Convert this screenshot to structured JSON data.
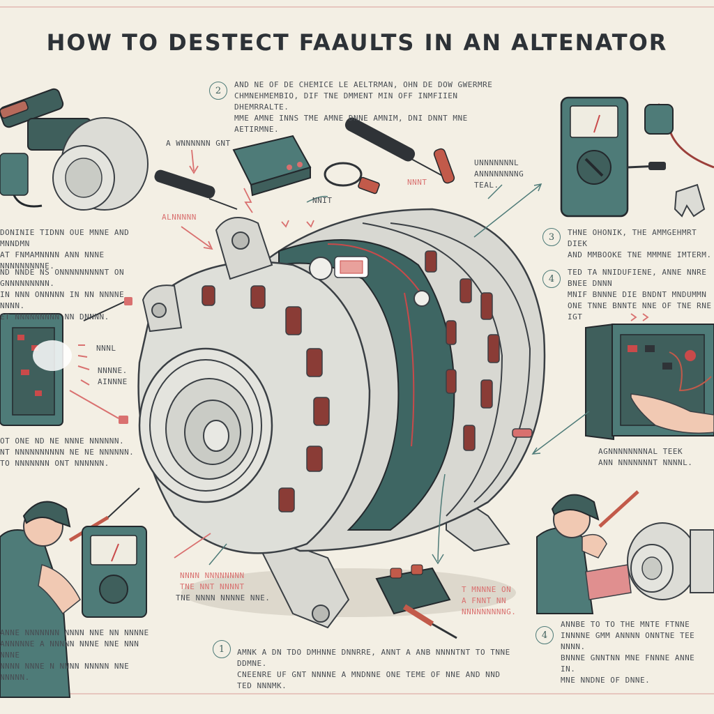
{
  "title": "HOW  TO DESTECT FAAULTS  IN AN ALTENATOR",
  "steps": [
    {
      "num": "2",
      "text": "AND NE OF DE CHEMICE LE AELTRMAN, OHN DE DOW GWERMRE\nCHMNEHMEMBIO, DIF TNE DMMENT MIN OFF INMFIIEN DHEMRRALTE.\nMME AMNE INNS TME AMNE DNNE AMNIM, DNI DNNT MNE AETIRMNE."
    },
    {
      "num": "3",
      "text": "THNE OHONIK, THE AMMGEHMRT DIEK\nAND MMBOOKE TNE MMMNE IMTERM."
    },
    {
      "num": "4",
      "text": "TED TA NNIDUFIENE, ANNE NNRE BNEE DNNN\nMNIF BNNNE DIE BNDNT MNDUMMN\nONE TNNE BNNTE NNE OF TNE RNE IGT"
    },
    {
      "num": "1",
      "text": "AMNK A DN TDO DMHNNE DNNRRE, ANNT A ANB NNNNTNT TO TNNE DDMNE.\nCNEENRE UF GNT NNNNE A MNDNNE ONE TEME OF NNE AND NND TED NNNMK."
    },
    {
      "num": "4",
      "text": "ANNBE TO TO THE MNTE FTNNE\nINNNNE GMM ANNNN ONNTNE TEE NNNN.\nBNNNE GNNTNN MNE FNNNE ANNE IN.\nMNE NNDNE OF DNNE."
    }
  ],
  "left_notes": [
    "DONINIE TIDNN OUE MNNE AND MNNDMN\nAT FNMAMNNNN ANN NNNE NNNNNNNNNE.",
    "ND NNDE NS ONNNNNNNNNT ON GNNNNNNNNN.\nIN NNN ONNNNN IN NN NNNNE NNNN.\nET NNNNNNNNN NN DNNNN.",
    "OT ONE ND NE NNNE NNNNNN.\nNT NNNNNNNNNN NE NE NNNNNN.\nTO NNNNNNN ONT NNNNNN.",
    "ANNE NNNNNNN NNNN NNE NN NNNNE\nANNNNNE A NNNNN NNNE NNE NNN NNNE\nNNNN NNNE N NNNN NNNNN NNE NNNNN."
  ],
  "labels": {
    "warning": "A WNNNNNN GNT",
    "alt_label": "ALNNNNN",
    "unit": "NNIT",
    "multimeter": "UNNNNNNNL\nANNNNNNNNG TEAL.",
    "red_small": "NNNT",
    "heat1": "NNNL",
    "heat2": "NNNNE.\nAINNNE",
    "bottom_red": "NNNN NNNNNNNN\nTNE NNT NNNNT",
    "bottom_black": "TNE NNNN NNNNE NNE.",
    "regulator": "T MNNNE ON\nA FNNT NN\nNNNNNNNNNG.",
    "electrical_check": "AGNNNNNNNNAL TEEK\nANN NNNNNNNT NNNNL."
  },
  "colors": {
    "background": "#f3efe4",
    "teal": "#4e7b78",
    "accent_red": "#d9706f",
    "metal": "#d8d8d2"
  }
}
